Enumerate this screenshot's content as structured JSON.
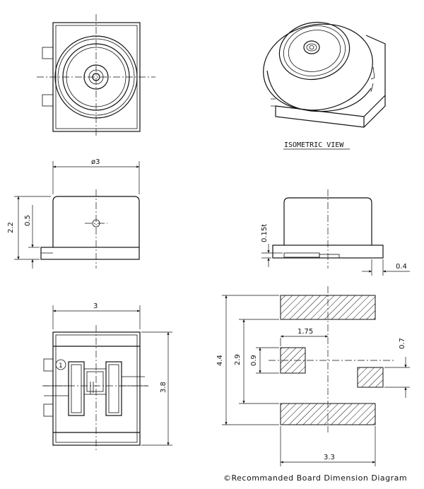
{
  "labels": {
    "iso_view": "ISOMETRIC VIEW",
    "diameter": "ø3",
    "height_total": "2.2",
    "height_body": "0.5",
    "thickness": "0.15t",
    "lead": "0.4",
    "width": "3",
    "length": "3.8",
    "pad_pitch": "4.4",
    "pad_gap": "2.9",
    "center_offset": "1.75",
    "signal_pad": "0.9",
    "ground_pad": "0.7",
    "board_width": "3.3",
    "pin_one": "1",
    "caption": "©Recommanded Board Dimension Diagram"
  }
}
